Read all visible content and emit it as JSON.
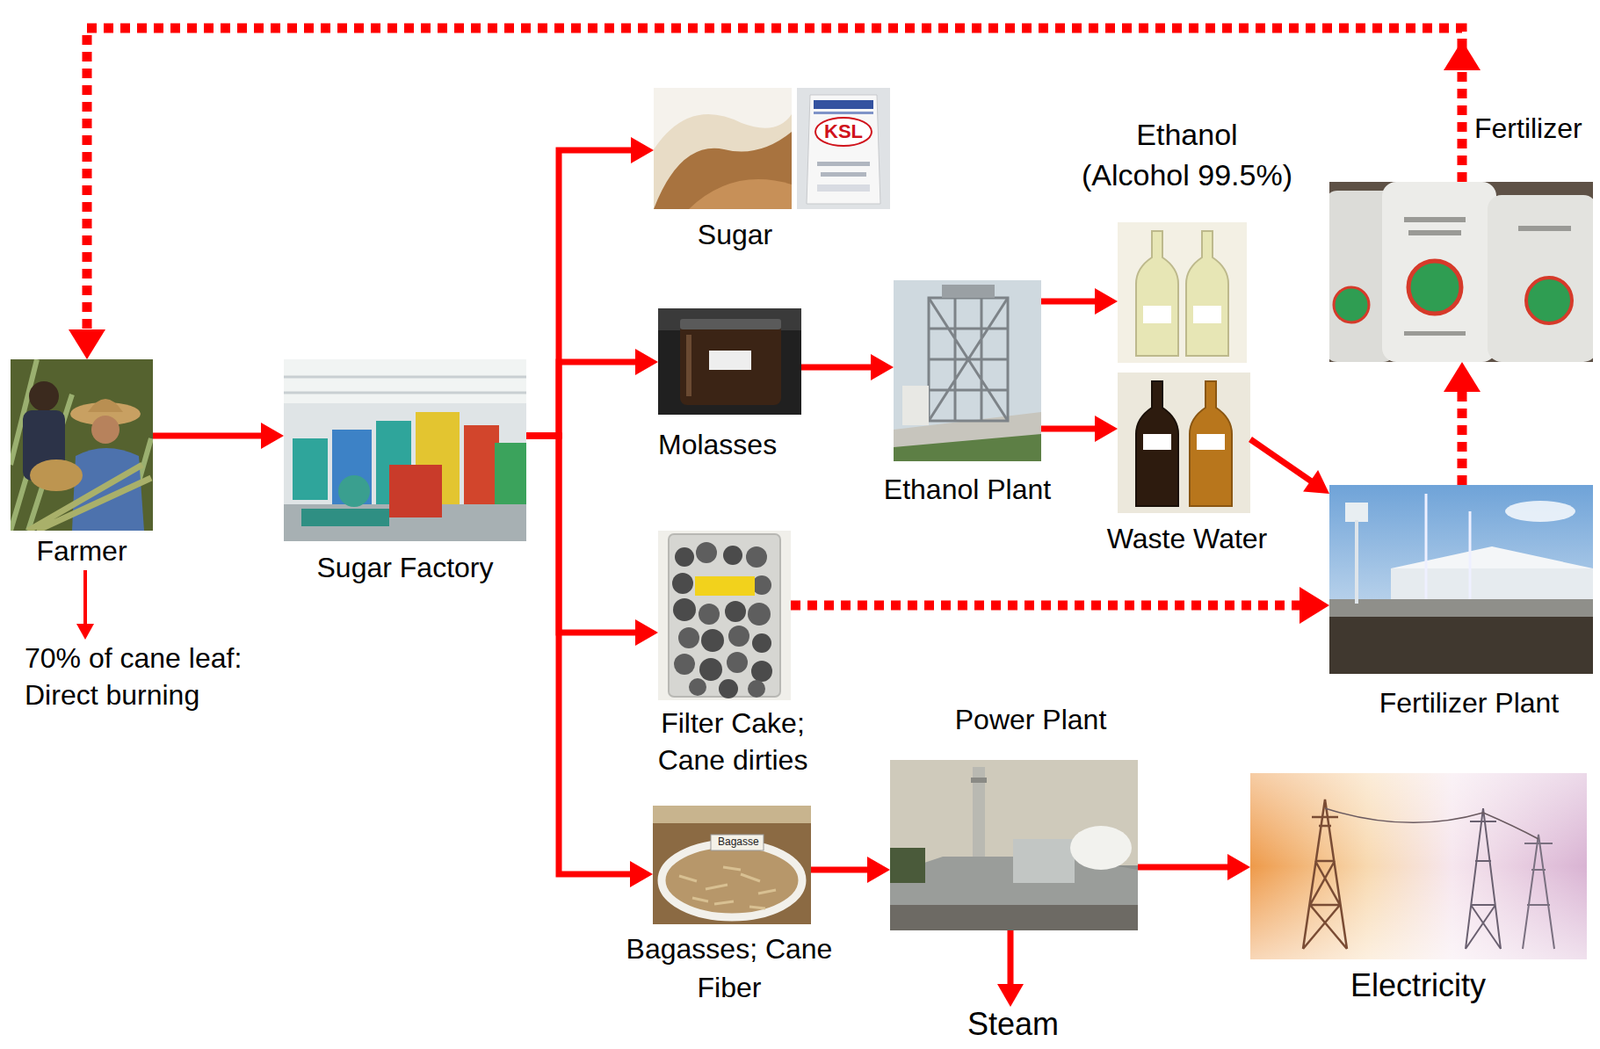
{
  "diagram": {
    "nodes": [
      {
        "text": [
          "Farmer"
        ]
      },
      {
        "text": [
          "70% of cane leaf: Direct burning"
        ]
      },
      {
        "text": [
          "Sugar Factory"
        ]
      },
      {
        "text": [
          "Sugar"
        ]
      },
      {
        "text": [
          "Molasses"
        ]
      },
      {
        "text": [
          "Ethanol Plant"
        ]
      },
      {
        "text": [
          "Ethanol",
          "(Alcohol 99.5%)"
        ]
      },
      {
        "text": [
          "Waste Water"
        ]
      },
      {
        "text": [
          "Fertilizer"
        ]
      },
      {
        "text": [
          "Fertilizer Plant"
        ]
      },
      {
        "text": [
          "Filter Cake; Cane dirties"
        ]
      },
      {
        "text": [
          "Bagasses; Cane Fiber"
        ]
      },
      {
        "text": [
          "Power Plant"
        ]
      },
      {
        "text": [
          "Steam"
        ]
      },
      {
        "text": [
          "Electricity"
        ]
      }
    ],
    "edges": [
      {
        "from": 0,
        "to": 1,
        "arrow": "to"
      },
      {
        "from": 0,
        "to": 2,
        "arrow": "to"
      },
      {
        "from": 2,
        "to": 3,
        "arrow": "to"
      },
      {
        "from": 2,
        "to": 4,
        "arrow": "to"
      },
      {
        "from": 2,
        "to": 10,
        "arrow": "to"
      },
      {
        "from": 2,
        "to": 11,
        "arrow": "to"
      },
      {
        "from": 4,
        "to": 5,
        "arrow": "to"
      },
      {
        "from": 5,
        "to": 6,
        "arrow": "to"
      },
      {
        "from": 5,
        "to": 7,
        "arrow": "to"
      },
      {
        "from": 7,
        "to": 9,
        "arrow": "to"
      },
      {
        "from": 10,
        "to": 9,
        "arrow": "to"
      },
      {
        "from": 9,
        "to": 8,
        "arrow": "to"
      },
      {
        "from": 8,
        "to": 0,
        "arrow": "to"
      },
      {
        "from": 11,
        "to": 12,
        "arrow": "to"
      },
      {
        "from": 12,
        "to": 13,
        "arrow": "to"
      },
      {
        "from": 12,
        "to": 14,
        "arrow": "to"
      }
    ],
    "labels": [
      "KSL",
      "Bagasse"
    ]
  }
}
